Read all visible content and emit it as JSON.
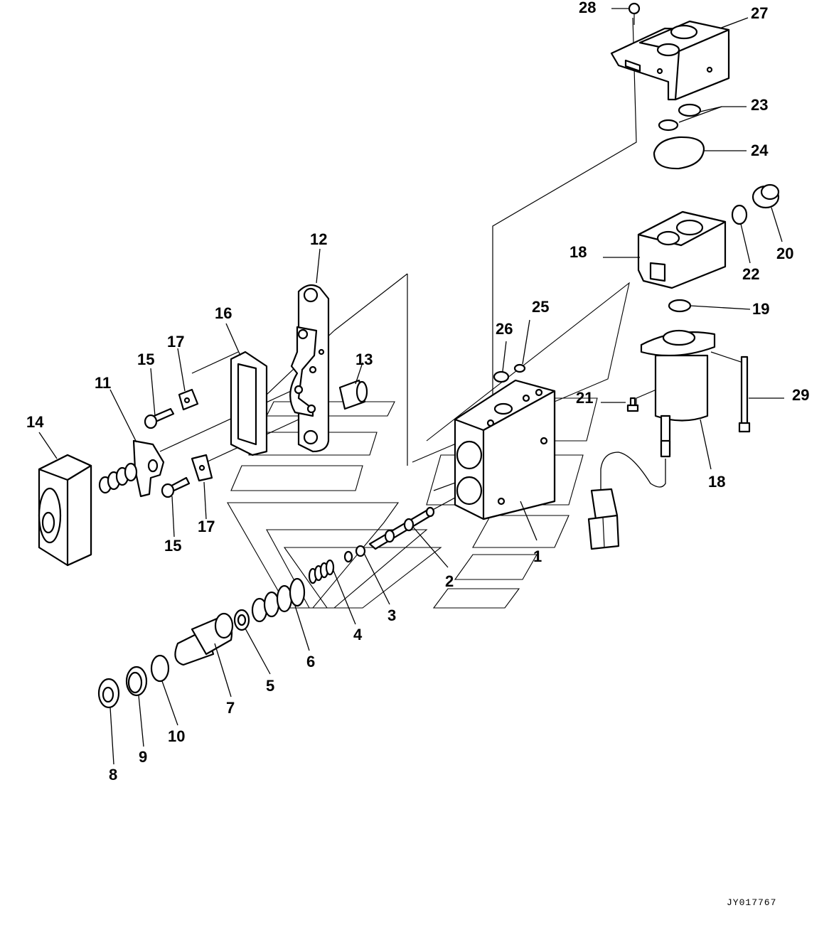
{
  "drawing_code": "JY017767",
  "callouts": [
    {
      "id": "c1",
      "text": "1"
    },
    {
      "id": "c2",
      "text": "2"
    },
    {
      "id": "c3",
      "text": "3"
    },
    {
      "id": "c4",
      "text": "4"
    },
    {
      "id": "c5",
      "text": "5"
    },
    {
      "id": "c6",
      "text": "6"
    },
    {
      "id": "c7",
      "text": "7"
    },
    {
      "id": "c8",
      "text": "8"
    },
    {
      "id": "c9",
      "text": "9"
    },
    {
      "id": "c10",
      "text": "10"
    },
    {
      "id": "c11",
      "text": "11"
    },
    {
      "id": "c12",
      "text": "12"
    },
    {
      "id": "c13",
      "text": "13"
    },
    {
      "id": "c14",
      "text": "14"
    },
    {
      "id": "c15a",
      "text": "15"
    },
    {
      "id": "c15b",
      "text": "15"
    },
    {
      "id": "c16",
      "text": "16"
    },
    {
      "id": "c17a",
      "text": "17"
    },
    {
      "id": "c17b",
      "text": "17"
    },
    {
      "id": "c18a",
      "text": "18"
    },
    {
      "id": "c18b",
      "text": "18"
    },
    {
      "id": "c19",
      "text": "19"
    },
    {
      "id": "c20",
      "text": "20"
    },
    {
      "id": "c21",
      "text": "21"
    },
    {
      "id": "c22",
      "text": "22"
    },
    {
      "id": "c23",
      "text": "23"
    },
    {
      "id": "c24",
      "text": "24"
    },
    {
      "id": "c25",
      "text": "25"
    },
    {
      "id": "c26",
      "text": "26"
    },
    {
      "id": "c27",
      "text": "27"
    },
    {
      "id": "c28",
      "text": "28"
    },
    {
      "id": "c29",
      "text": "29"
    }
  ]
}
